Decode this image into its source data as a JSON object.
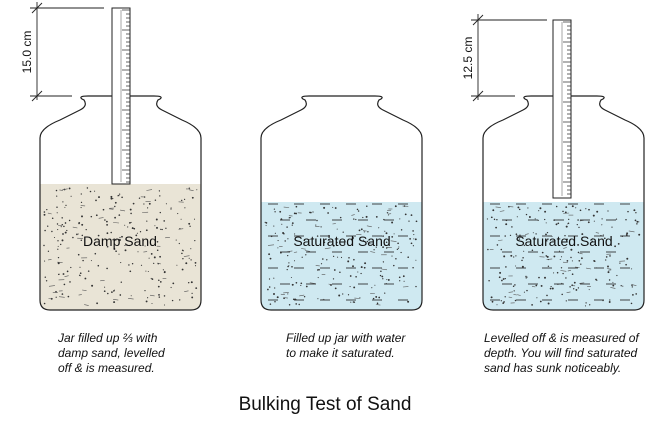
{
  "title": "Bulking Test of Sand",
  "jars": [
    {
      "content_label": "Damp Sand",
      "fill_color": "#e9e4d6",
      "rod_depth": "15.0 cm",
      "caption_lines": [
        "Jar filled up ⅔ with",
        "damp sand, levelled",
        "off & is measured."
      ]
    },
    {
      "content_label": "Saturated Sand",
      "fill_color": "#cfe9f1",
      "caption_lines": [
        "Filled up jar with water",
        "to make it saturated."
      ]
    },
    {
      "content_label": "Saturated Sand",
      "fill_color": "#cfe9f1",
      "rod_depth": "12.5 cm",
      "caption_lines": [
        "Levelled off & is measured of",
        "depth. You will find saturated",
        "sand has sunk noticeably."
      ]
    }
  ]
}
